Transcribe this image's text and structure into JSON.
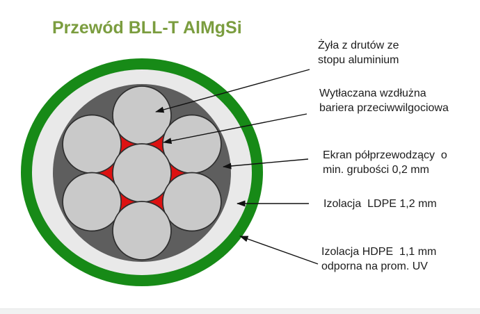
{
  "title": "Przewód BLL-T AlMgSi",
  "colors": {
    "title_green": "#7b9d3f",
    "jacket_green": "#178a17",
    "insulation_light": "#e9e9e9",
    "screen_dark": "#5e5e5e",
    "barrier_red": "#dd1111",
    "wire_gray": "#c9c9c9",
    "wire_outline": "#2e2e2e",
    "arrow_black": "#111111",
    "footer_strip": "#f1f2f2"
  },
  "labels": [
    {
      "id": "core",
      "text": "Żyła z drutów ze\nstopu aluminium"
    },
    {
      "id": "barrier",
      "text": "Wytłaczana wzdłużna\nbariera przeciwwilgociowa"
    },
    {
      "id": "screen",
      "text": "Ekran półprzewodzący  o\nmin. grubości 0,2 mm"
    },
    {
      "id": "ldpe",
      "text": "Izolacja  LDPE 1,2 mm"
    },
    {
      "id": "hdpe",
      "text": "Izolacja HDPE  1,1 mm\nodporna na prom. UV"
    }
  ]
}
